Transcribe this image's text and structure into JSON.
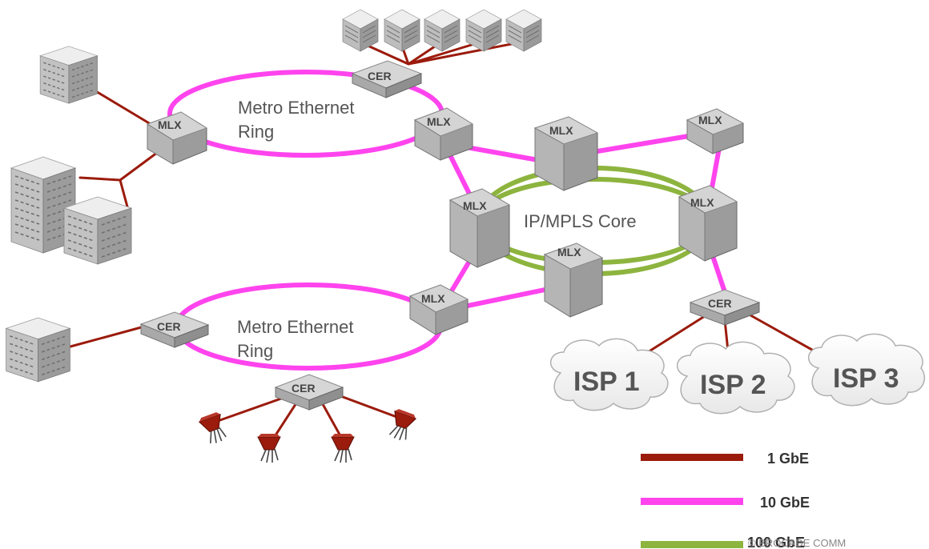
{
  "rings": {
    "top": [
      "Metro Ethernet",
      "Ring"
    ],
    "bottom": [
      "Metro Ethernet",
      "Ring"
    ],
    "core": "IP/MPLS Core"
  },
  "devices": {
    "mlx": "MLX",
    "cer": "CER"
  },
  "isps": [
    "ISP 1",
    "ISP 2",
    "ISP 3"
  ],
  "legend": [
    {
      "label": "1 GbE",
      "color": "#9b1b0c"
    },
    {
      "label": "10 GbE",
      "color": "#ff44ee"
    },
    {
      "label": "100 GbE",
      "color": "#8db43e"
    }
  ],
  "copyright": "© BROCADE COMM",
  "colors": {
    "link_1g": "#9b1b0c",
    "link_10g": "#ff44ee",
    "link_100g": "#8db43e"
  }
}
